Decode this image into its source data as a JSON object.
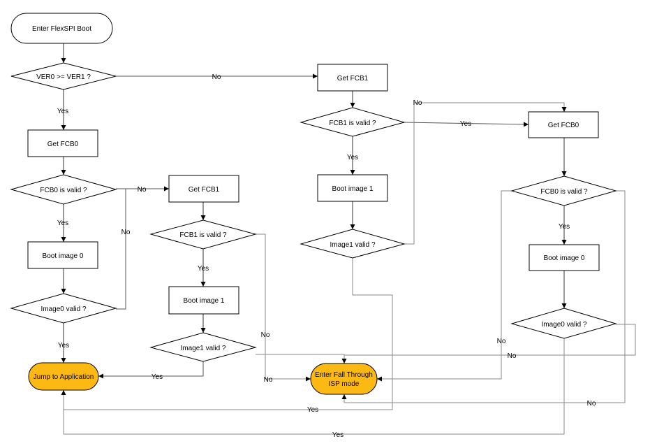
{
  "nodes": {
    "start": "Enter FlexSPI Boot",
    "ver_check": "VER0 >= VER1 ?",
    "get_fcb0_a": "Get FCB0",
    "fcb0_valid_a": "FCB0 is valid ?",
    "boot_img0_a": "Boot image 0",
    "img0_valid_a": "Image0 valid ?",
    "jump_app": "Jump to Application",
    "get_fcb1_b": "Get FCB1",
    "fcb1_valid_b": "FCB1 is valid ?",
    "boot_img1_b": "Boot image 1",
    "img1_valid_b": "Image1 valid ?",
    "get_fcb1_c": "Get FCB1",
    "fcb1_valid_c": "FCB1 is valid ?",
    "boot_img1_c": "Boot image 1",
    "img1_valid_c": "Image1 valid ?",
    "fallthrough_1": "Enter Fall Through",
    "fallthrough_2": "ISP mode",
    "get_fcb0_d": "Get FCB0",
    "fcb0_valid_d": "FCB0 is valid ?",
    "boot_img0_d": "Boot image 0",
    "img0_valid_d": "Image0 valid ?"
  },
  "edges": {
    "yes": "Yes",
    "no": "No"
  },
  "colors": {
    "terminal_highlight": "#fdb913",
    "line": "#555555"
  }
}
